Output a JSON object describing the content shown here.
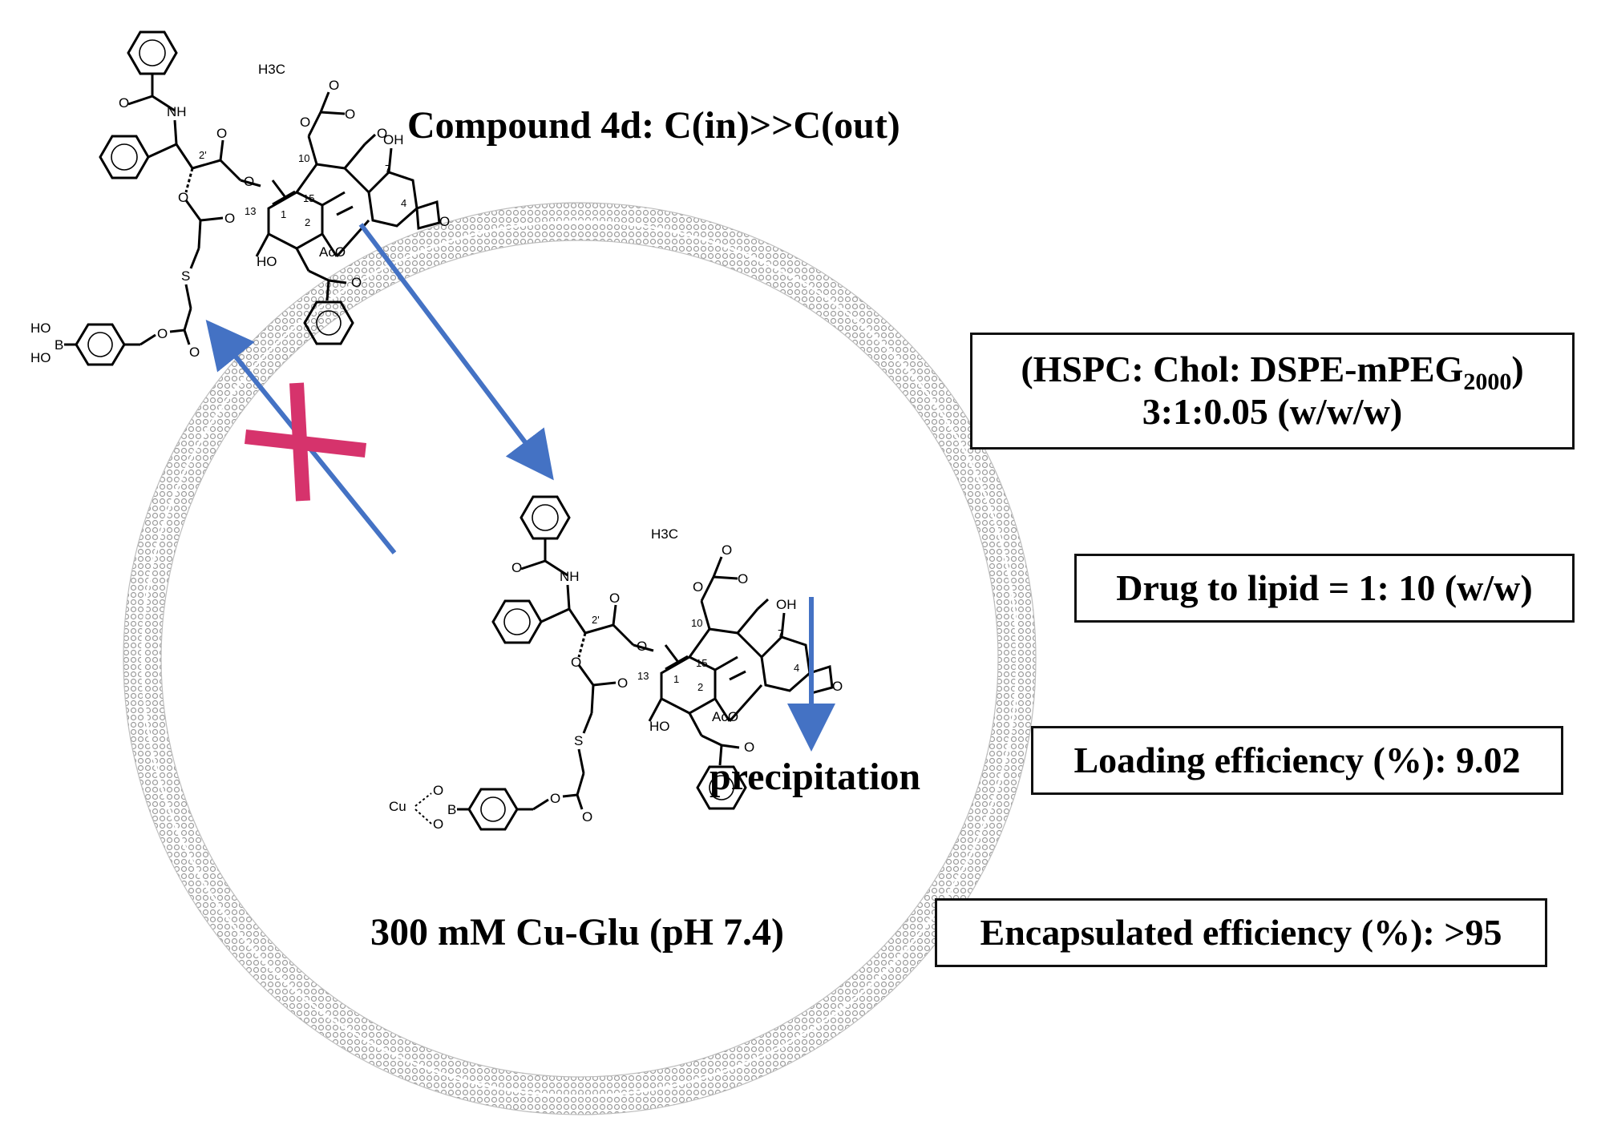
{
  "title_label": "Compound 4d: C(in)>>C(out)",
  "inner_label": "300 mM Cu-Glu (pH 7.4)",
  "precipitation_label": "precipitation",
  "boxes": {
    "lipid_ratio_line1_main": "(HSPC: Chol: DSPE-mPEG",
    "lipid_ratio_line1_sub": "2000",
    "lipid_ratio_line1_end": ")",
    "lipid_ratio_line2": "3:1:0.05 (w/w/w)",
    "drug_to_lipid": "Drug to lipid = 1: 10 (w/w)",
    "loading_efficiency": "Loading efficiency (%): 9.02",
    "encapsulated_efficiency": "Encapsulated efficiency (%): >95"
  },
  "molecule_atoms": {
    "nh": "NH",
    "oh": "OH",
    "ho": "HO",
    "aco": "AcO",
    "o": "O",
    "h3c": "H3C",
    "s": "S",
    "b": "B",
    "cu": "Cu",
    "n10": "10",
    "n13": "13",
    "n15": "15",
    "n1": "1",
    "n2": "2",
    "n4": "4",
    "n7": "7",
    "n2p": "2'"
  },
  "colors": {
    "arrow": "#4472c4",
    "cross": "#d6336c",
    "membrane": "#a8a8a8",
    "box_border": "#111111"
  }
}
